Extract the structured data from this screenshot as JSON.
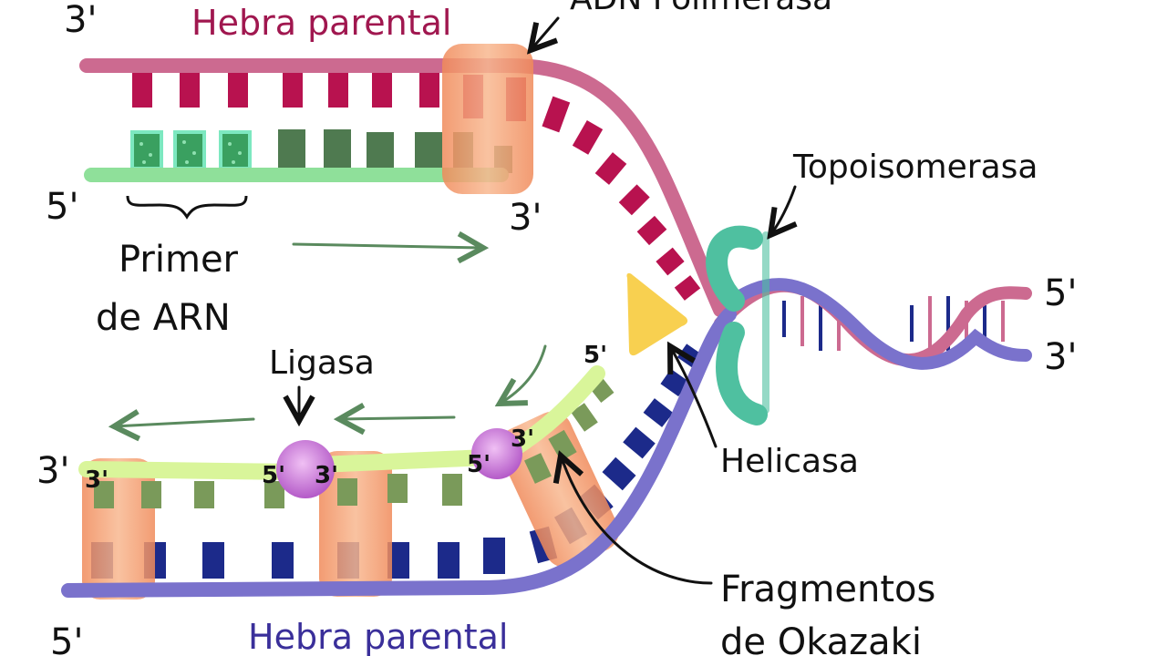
{
  "labels": {
    "top_parental": "Hebra parental",
    "bottom_parental": "Hebra parental",
    "polymerase": "ADN Polimerasa",
    "topoisomerase": "Topoisomerasa",
    "primer_line1": "Primer",
    "primer_line2": "de ARN",
    "ligase": "Ligasa",
    "helicase": "Helicasa",
    "okazaki_line1": "Fragmentos",
    "okazaki_line2": "de Okazaki"
  },
  "ends": {
    "top_left_3": "3'",
    "top_left_5": "5'",
    "top_primer_3": "3'",
    "right_5": "5'",
    "right_3": "3'",
    "bottom_left_3": "3'",
    "bottom_left_5": "5'",
    "frag1_left_3": "3'",
    "frag1_right_5": "5'",
    "frag2_left_3": "3'",
    "frag2_right_5": "5'",
    "frag3_top_5": "5'",
    "frag3_bottom_3": "3'"
  },
  "colors": {
    "top_strand": "#cc6a90",
    "top_bases": "#b8124f",
    "bottom_strand": "#7a72cc",
    "bottom_bases": "#1c2a8a",
    "leading_new": "#8fe09a",
    "leading_bases": "#4f7a50",
    "lagging_new": "#d9f59a",
    "lagging_bases": "#7a9a5a",
    "polymerase": "#f5a070",
    "ligase": "#d98ae0",
    "helicase": "#f8d050",
    "topoisomerase": "#4fc0a0",
    "arrows": "#5a8a5e"
  }
}
